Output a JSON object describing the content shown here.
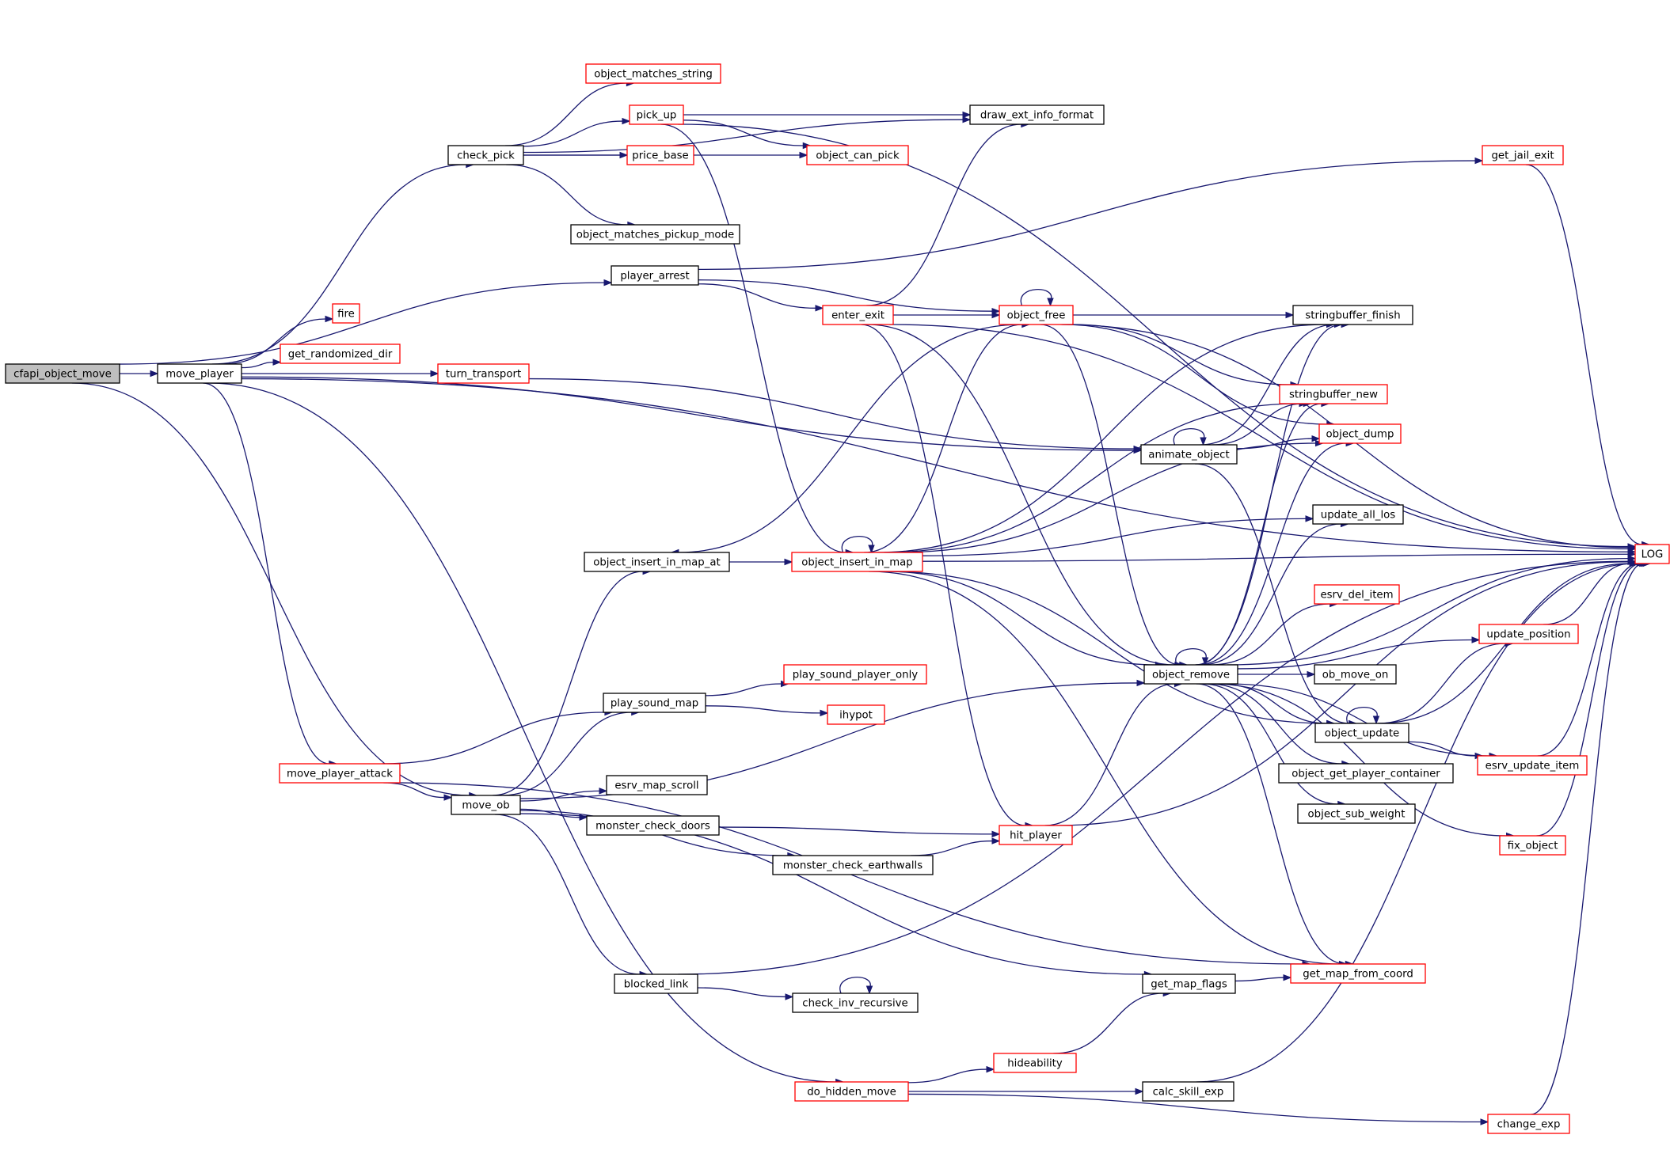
{
  "diagram": {
    "type": "call-graph",
    "colors": {
      "edge": "#191970",
      "root_fill": "#bfbfbf",
      "node_border": "#000000",
      "truncated_border": "#ff0000",
      "text": "#000000"
    },
    "nodes": [
      {
        "id": "cfapi_object_move",
        "label": "cfapi_object_move",
        "style": "root"
      },
      {
        "id": "move_player",
        "label": "move_player",
        "style": "normal"
      },
      {
        "id": "check_pick",
        "label": "check_pick",
        "style": "normal"
      },
      {
        "id": "object_matches_string",
        "label": "object_matches_string",
        "style": "truncated"
      },
      {
        "id": "pick_up",
        "label": "pick_up",
        "style": "truncated"
      },
      {
        "id": "price_base",
        "label": "price_base",
        "style": "truncated"
      },
      {
        "id": "object_can_pick",
        "label": "object_can_pick",
        "style": "truncated"
      },
      {
        "id": "draw_ext_info_format",
        "label": "draw_ext_info_format",
        "style": "normal"
      },
      {
        "id": "object_matches_pickup_mode",
        "label": "object_matches_pickup_mode",
        "style": "normal"
      },
      {
        "id": "player_arrest",
        "label": "player_arrest",
        "style": "normal"
      },
      {
        "id": "get_jail_exit",
        "label": "get_jail_exit",
        "style": "truncated"
      },
      {
        "id": "fire",
        "label": "fire",
        "style": "truncated"
      },
      {
        "id": "get_randomized_dir",
        "label": "get_randomized_dir",
        "style": "truncated"
      },
      {
        "id": "turn_transport",
        "label": "turn_transport",
        "style": "truncated"
      },
      {
        "id": "enter_exit",
        "label": "enter_exit",
        "style": "truncated"
      },
      {
        "id": "object_free",
        "label": "object_free",
        "style": "truncated"
      },
      {
        "id": "stringbuffer_finish",
        "label": "stringbuffer_finish",
        "style": "normal"
      },
      {
        "id": "stringbuffer_new",
        "label": "stringbuffer_new",
        "style": "truncated"
      },
      {
        "id": "object_dump",
        "label": "object_dump",
        "style": "truncated"
      },
      {
        "id": "animate_object",
        "label": "animate_object",
        "style": "normal"
      },
      {
        "id": "LOG",
        "label": "LOG",
        "style": "truncated"
      },
      {
        "id": "update_all_los",
        "label": "update_all_los",
        "style": "normal"
      },
      {
        "id": "object_insert_in_map_at",
        "label": "object_insert_in_map_at",
        "style": "normal"
      },
      {
        "id": "object_insert_in_map",
        "label": "object_insert_in_map",
        "style": "truncated"
      },
      {
        "id": "esrv_del_item",
        "label": "esrv_del_item",
        "style": "truncated"
      },
      {
        "id": "update_position",
        "label": "update_position",
        "style": "truncated"
      },
      {
        "id": "object_remove",
        "label": "object_remove",
        "style": "normal"
      },
      {
        "id": "ob_move_on",
        "label": "ob_move_on",
        "style": "normal"
      },
      {
        "id": "play_sound_player_only",
        "label": "play_sound_player_only",
        "style": "truncated"
      },
      {
        "id": "play_sound_map",
        "label": "play_sound_map",
        "style": "normal"
      },
      {
        "id": "ihypot",
        "label": "ihypot",
        "style": "truncated"
      },
      {
        "id": "object_update",
        "label": "object_update",
        "style": "normal"
      },
      {
        "id": "move_player_attack",
        "label": "move_player_attack",
        "style": "truncated"
      },
      {
        "id": "esrv_update_item",
        "label": "esrv_update_item",
        "style": "truncated"
      },
      {
        "id": "object_get_player_container",
        "label": "object_get_player_container",
        "style": "normal"
      },
      {
        "id": "esrv_map_scroll",
        "label": "esrv_map_scroll",
        "style": "normal"
      },
      {
        "id": "move_ob",
        "label": "move_ob",
        "style": "normal"
      },
      {
        "id": "object_sub_weight",
        "label": "object_sub_weight",
        "style": "normal"
      },
      {
        "id": "monster_check_doors",
        "label": "monster_check_doors",
        "style": "normal"
      },
      {
        "id": "hit_player",
        "label": "hit_player",
        "style": "truncated"
      },
      {
        "id": "fix_object",
        "label": "fix_object",
        "style": "truncated"
      },
      {
        "id": "monster_check_earthwalls",
        "label": "monster_check_earthwalls",
        "style": "normal"
      },
      {
        "id": "get_map_from_coord",
        "label": "get_map_from_coord",
        "style": "truncated"
      },
      {
        "id": "blocked_link",
        "label": "blocked_link",
        "style": "normal"
      },
      {
        "id": "get_map_flags",
        "label": "get_map_flags",
        "style": "normal"
      },
      {
        "id": "check_inv_recursive",
        "label": "check_inv_recursive",
        "style": "normal"
      },
      {
        "id": "hideability",
        "label": "hideability",
        "style": "truncated"
      },
      {
        "id": "do_hidden_move",
        "label": "do_hidden_move",
        "style": "truncated"
      },
      {
        "id": "calc_skill_exp",
        "label": "calc_skill_exp",
        "style": "normal"
      },
      {
        "id": "change_exp",
        "label": "change_exp",
        "style": "truncated"
      }
    ],
    "edges": [
      [
        "cfapi_object_move",
        "move_player"
      ],
      [
        "cfapi_object_move",
        "player_arrest"
      ],
      [
        "cfapi_object_move",
        "move_ob"
      ],
      [
        "move_player",
        "check_pick"
      ],
      [
        "move_player",
        "fire"
      ],
      [
        "move_player",
        "get_randomized_dir"
      ],
      [
        "move_player",
        "turn_transport"
      ],
      [
        "move_player",
        "animate_object"
      ],
      [
        "move_player",
        "move_player_attack"
      ],
      [
        "move_player",
        "do_hidden_move"
      ],
      [
        "move_player",
        "LOG"
      ],
      [
        "check_pick",
        "object_matches_string"
      ],
      [
        "check_pick",
        "pick_up"
      ],
      [
        "check_pick",
        "price_base"
      ],
      [
        "check_pick",
        "object_can_pick"
      ],
      [
        "check_pick",
        "object_matches_pickup_mode"
      ],
      [
        "check_pick",
        "draw_ext_info_format"
      ],
      [
        "pick_up",
        "draw_ext_info_format"
      ],
      [
        "pick_up",
        "object_can_pick"
      ],
      [
        "pick_up",
        "LOG"
      ],
      [
        "pick_up",
        "object_insert_in_map"
      ],
      [
        "player_arrest",
        "get_jail_exit"
      ],
      [
        "player_arrest",
        "enter_exit"
      ],
      [
        "player_arrest",
        "object_free"
      ],
      [
        "get_jail_exit",
        "LOG"
      ],
      [
        "turn_transport",
        "animate_object"
      ],
      [
        "enter_exit",
        "draw_ext_info_format"
      ],
      [
        "enter_exit",
        "LOG"
      ],
      [
        "enter_exit",
        "object_free"
      ],
      [
        "enter_exit",
        "object_remove"
      ],
      [
        "enter_exit",
        "hit_player"
      ],
      [
        "object_free",
        "object_free"
      ],
      [
        "object_free",
        "LOG"
      ],
      [
        "object_free",
        "stringbuffer_finish"
      ],
      [
        "object_free",
        "stringbuffer_new"
      ],
      [
        "object_free",
        "object_dump"
      ],
      [
        "object_free",
        "object_remove"
      ],
      [
        "object_free",
        "object_insert_in_map_at"
      ],
      [
        "animate_object",
        "animate_object"
      ],
      [
        "animate_object",
        "stringbuffer_new"
      ],
      [
        "animate_object",
        "object_dump"
      ],
      [
        "animate_object",
        "stringbuffer_finish"
      ],
      [
        "animate_object",
        "object_update"
      ],
      [
        "object_insert_in_map_at",
        "object_insert_in_map"
      ],
      [
        "object_insert_in_map",
        "object_insert_in_map"
      ],
      [
        "object_insert_in_map",
        "object_free"
      ],
      [
        "object_insert_in_map",
        "stringbuffer_finish"
      ],
      [
        "object_insert_in_map",
        "stringbuffer_new"
      ],
      [
        "object_insert_in_map",
        "object_dump"
      ],
      [
        "object_insert_in_map",
        "LOG"
      ],
      [
        "object_insert_in_map",
        "update_all_los"
      ],
      [
        "object_insert_in_map",
        "object_remove"
      ],
      [
        "object_insert_in_map",
        "object_update"
      ],
      [
        "object_insert_in_map",
        "get_map_from_coord"
      ],
      [
        "object_remove",
        "object_remove"
      ],
      [
        "object_remove",
        "stringbuffer_finish"
      ],
      [
        "object_remove",
        "stringbuffer_new"
      ],
      [
        "object_remove",
        "object_dump"
      ],
      [
        "object_remove",
        "update_all_los"
      ],
      [
        "object_remove",
        "LOG"
      ],
      [
        "object_remove",
        "esrv_del_item"
      ],
      [
        "object_remove",
        "update_position"
      ],
      [
        "object_remove",
        "ob_move_on"
      ],
      [
        "object_remove",
        "object_update"
      ],
      [
        "object_remove",
        "object_get_player_container"
      ],
      [
        "object_remove",
        "object_sub_weight"
      ],
      [
        "object_remove",
        "esrv_update_item"
      ],
      [
        "object_remove",
        "fix_object"
      ],
      [
        "object_remove",
        "get_map_from_coord"
      ],
      [
        "update_position",
        "LOG"
      ],
      [
        "object_update",
        "object_update"
      ],
      [
        "object_update",
        "update_position"
      ],
      [
        "object_update",
        "esrv_update_item"
      ],
      [
        "object_update",
        "LOG"
      ],
      [
        "esrv_update_item",
        "LOG"
      ],
      [
        "fix_object",
        "LOG"
      ],
      [
        "play_sound_map",
        "play_sound_player_only"
      ],
      [
        "play_sound_map",
        "ihypot"
      ],
      [
        "move_player_attack",
        "play_sound_map"
      ],
      [
        "move_player_attack",
        "move_ob"
      ],
      [
        "move_player_attack",
        "get_map_from_coord"
      ],
      [
        "move_ob",
        "object_insert_in_map_at"
      ],
      [
        "move_ob",
        "play_sound_map"
      ],
      [
        "move_ob",
        "object_remove"
      ],
      [
        "move_ob",
        "esrv_map_scroll"
      ],
      [
        "move_ob",
        "monster_check_doors"
      ],
      [
        "move_ob",
        "monster_check_earthwalls"
      ],
      [
        "move_ob",
        "get_map_flags"
      ],
      [
        "move_ob",
        "blocked_link"
      ],
      [
        "monster_check_doors",
        "hit_player"
      ],
      [
        "monster_check_earthwalls",
        "hit_player"
      ],
      [
        "hit_player",
        "object_remove"
      ],
      [
        "hit_player",
        "LOG"
      ],
      [
        "blocked_link",
        "check_inv_recursive"
      ],
      [
        "blocked_link",
        "LOG"
      ],
      [
        "check_inv_recursive",
        "check_inv_recursive"
      ],
      [
        "get_map_flags",
        "get_map_from_coord"
      ],
      [
        "do_hidden_move",
        "hideability"
      ],
      [
        "do_hidden_move",
        "calc_skill_exp"
      ],
      [
        "do_hidden_move",
        "change_exp"
      ],
      [
        "hideability",
        "get_map_flags"
      ],
      [
        "calc_skill_exp",
        "LOG"
      ],
      [
        "change_exp",
        "LOG"
      ]
    ]
  }
}
